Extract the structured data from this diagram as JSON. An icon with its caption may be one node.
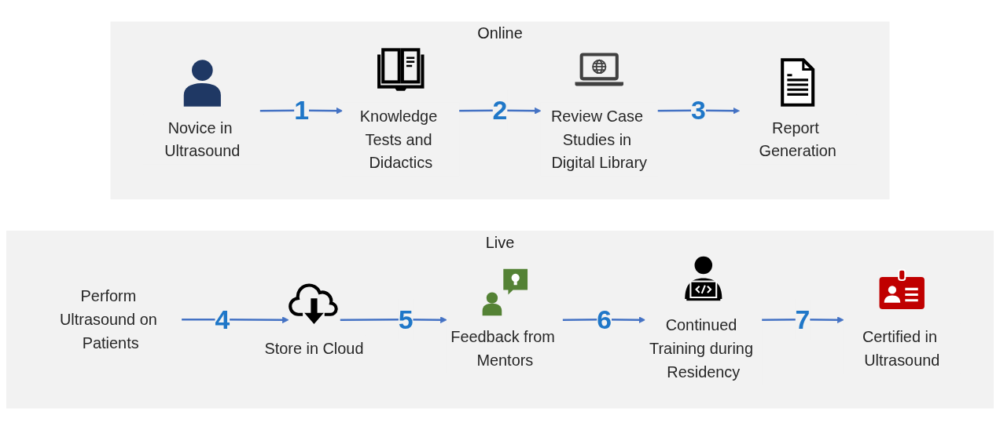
{
  "diagram": {
    "nodes": [
      {
        "text": [
          "Online"
        ]
      },
      {
        "text": [
          "Novice in Ultrasound"
        ],
        "in": 0
      },
      {
        "text": [
          "Knowledge Tests and Didactics"
        ],
        "in": 0
      },
      {
        "text": [
          "Review Case Studies in Digital Library"
        ],
        "in": 0
      },
      {
        "text": [
          "Report Generation"
        ],
        "in": 0
      },
      {
        "text": [
          "Live"
        ]
      },
      {
        "text": [
          "Perform Ultrasound on Patients"
        ],
        "in": 5
      },
      {
        "text": [
          "Store in Cloud"
        ],
        "in": 5
      },
      {
        "text": [
          "Feedback from Mentors"
        ],
        "in": 5
      },
      {
        "text": [
          "Continued Training during Residency"
        ],
        "in": 5
      },
      {
        "text": [
          "Certified in Ultrasound"
        ],
        "in": 5
      }
    ],
    "edges": [
      {
        "from": 1,
        "to": 2,
        "arrow": "to",
        "label": "1"
      },
      {
        "from": 2,
        "to": 3,
        "arrow": "to",
        "label": "2"
      },
      {
        "from": 3,
        "to": 4,
        "arrow": "to",
        "label": "3"
      },
      {
        "from": 6,
        "to": 7,
        "arrow": "to",
        "label": "4"
      },
      {
        "from": 7,
        "to": 8,
        "arrow": "to",
        "label": "5"
      },
      {
        "from": 8,
        "to": 9,
        "arrow": "to",
        "label": "6"
      },
      {
        "from": 9,
        "to": 10,
        "arrow": "to",
        "label": "7"
      }
    ]
  }
}
